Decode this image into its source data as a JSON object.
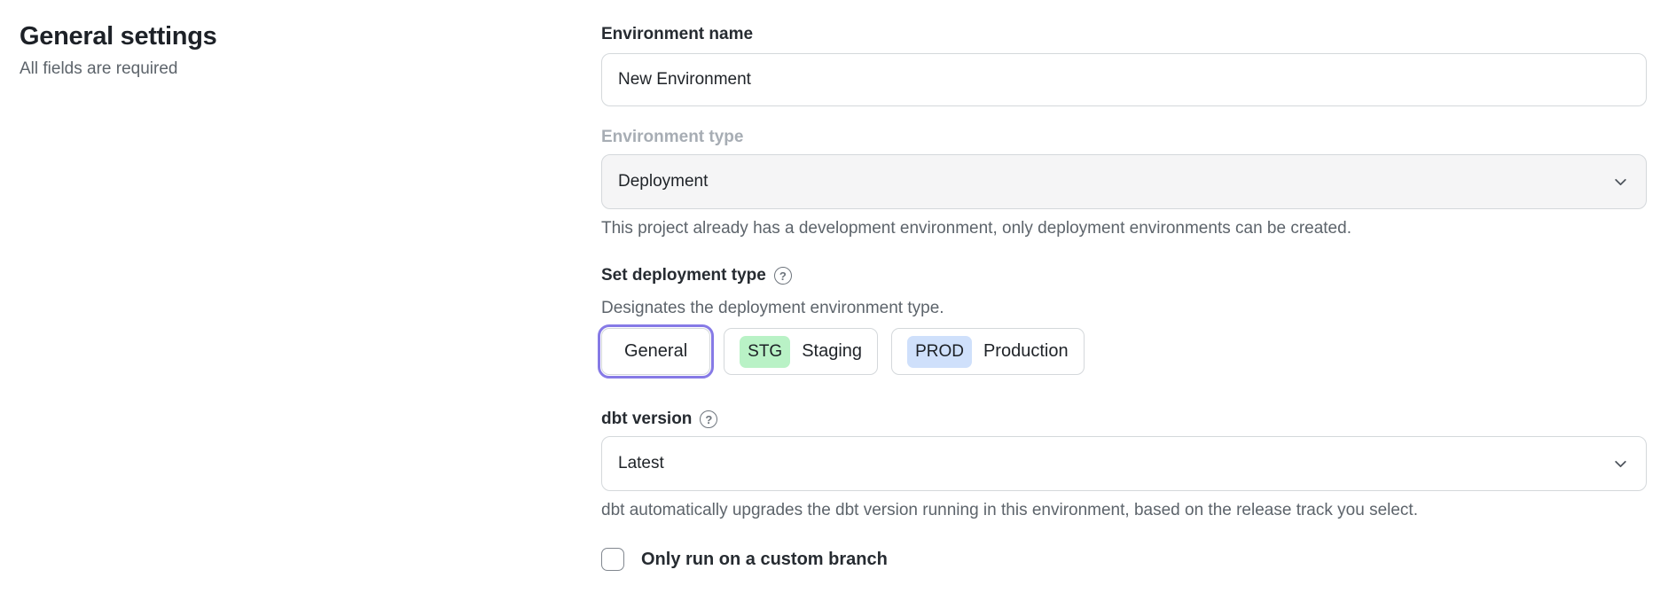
{
  "page": {
    "title": "General settings",
    "subtitle": "All fields are required"
  },
  "form": {
    "environment_name": {
      "label": "Environment name",
      "value": "New Environment"
    },
    "environment_type": {
      "label": "Environment type",
      "value": "Deployment",
      "helper": "This project already has a development environment, only deployment environments can be created."
    },
    "deployment_type": {
      "label": "Set deployment type",
      "description": "Designates the deployment environment type.",
      "options": [
        {
          "label": "General",
          "badge": "",
          "selected": true
        },
        {
          "label": "Staging",
          "badge": "STG",
          "selected": false
        },
        {
          "label": "Production",
          "badge": "PROD",
          "selected": false
        }
      ]
    },
    "dbt_version": {
      "label": "dbt version",
      "value": "Latest",
      "helper": "dbt automatically upgrades the dbt version running in this environment, based on the release track you select."
    },
    "custom_branch": {
      "label": "Only run on a custom branch",
      "checked": false
    }
  },
  "icons": {
    "help": "?"
  },
  "colors": {
    "accent": "#867ae6",
    "staging_badge": "#b9f2c6",
    "production_badge": "#cfe0fb",
    "disabled_field_bg": "#f5f5f6"
  }
}
